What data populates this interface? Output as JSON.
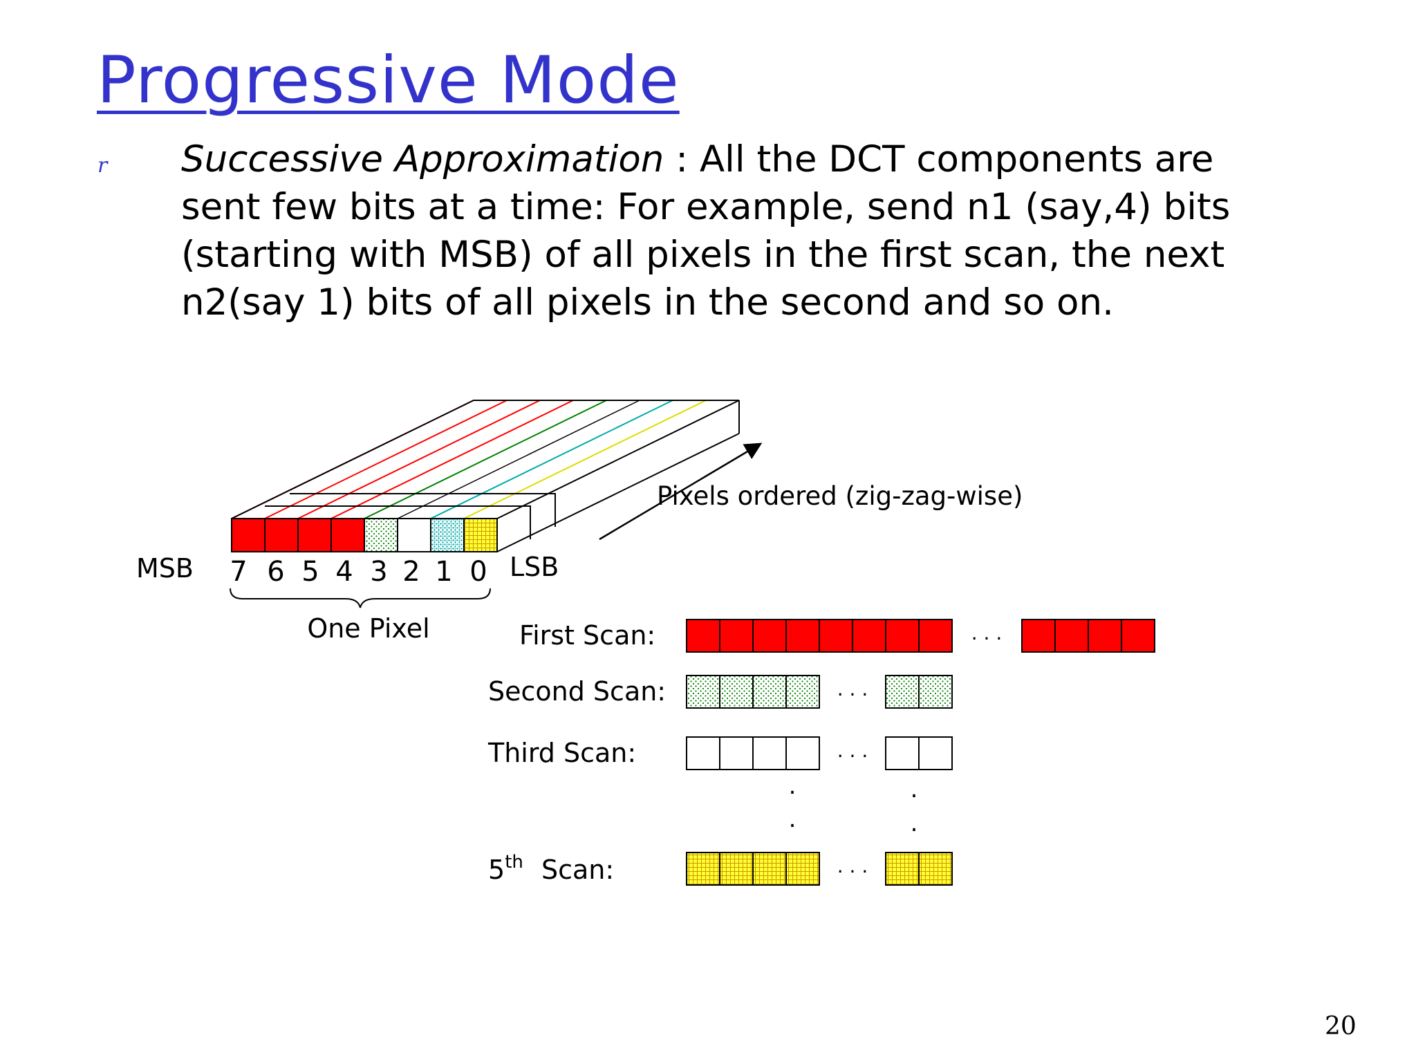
{
  "slide": {
    "title": "Progressive Mode",
    "bullet_marker": "r",
    "bullet_term": "Successive Approximation",
    "bullet_body": " : All the DCT components are sent few bits at a time: For example, send n1 (say,4) bits (starting with MSB) of all pixels in the first scan, the next n2(say 1) bits of all pixels in the second and so on.",
    "page_number": "20"
  },
  "diagram": {
    "msb_label": "MSB",
    "lsb_label": "LSB",
    "bit_labels": [
      "7",
      "6",
      "5",
      "4",
      "3",
      "2",
      "1",
      "0"
    ],
    "pixel_label": "One Pixel",
    "arrow_label": "Pixels ordered (zig-zag-wise)",
    "bit_fills": [
      "red",
      "red",
      "red",
      "red",
      "green-dots",
      "white",
      "teal-dots",
      "yellow-grid"
    ],
    "scans": [
      {
        "label": "First Scan:",
        "fill": "red"
      },
      {
        "label": "Second Scan:",
        "fill": "green-dots"
      },
      {
        "label": "Third Scan:",
        "fill": "white"
      },
      {
        "label": "5",
        "label_sup": "th",
        "label_rest": "Scan:",
        "fill": "yellow-grid"
      }
    ],
    "ellipsis": ". . .",
    "vertical_dot": "."
  },
  "colors": {
    "title": "#3333cc",
    "red": "#ff0000",
    "green": "#008000",
    "teal": "#00aaaa",
    "yellow": "#ffff00"
  }
}
